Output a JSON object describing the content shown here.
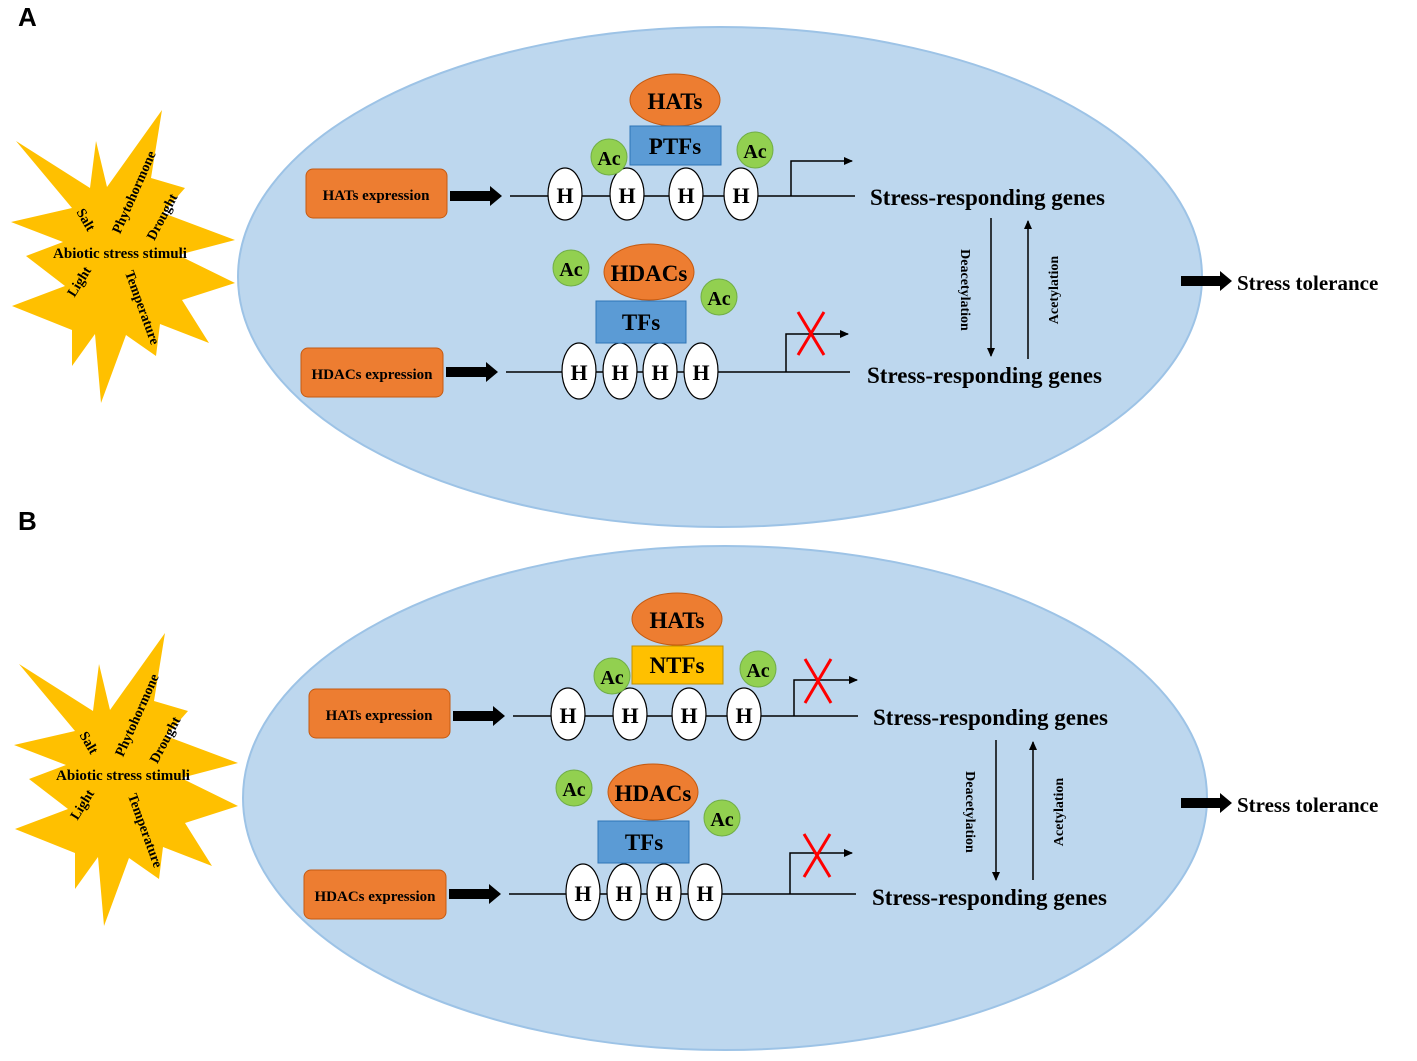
{
  "panels": [
    {
      "label": "A",
      "stimuli": {
        "center": "Abiotic stress stimuli",
        "items": [
          "Salt",
          "Phytohormone",
          "Drought",
          "Light",
          "Temperature"
        ]
      },
      "top": {
        "expression": "HATs expression",
        "enzyme": "HATs",
        "factor": "PTFs",
        "factor_color": "#5b9bd5",
        "ac_left": "Ac",
        "ac_right": "Ac",
        "histones": [
          "H",
          "H",
          "H",
          "H"
        ],
        "blocked": false,
        "genes": "Stress-responding genes"
      },
      "bottom": {
        "expression": "HDACs expression",
        "enzyme": "HDACs",
        "factor": "TFs",
        "factor_color": "#5b9bd5",
        "ac_left": "Ac",
        "ac_right": "Ac",
        "histones": [
          "H",
          "H",
          "H",
          "H"
        ],
        "blocked": true,
        "genes": "Stress-responding genes"
      },
      "down_arrow": "Deacetylation",
      "up_arrow": "Acetylation",
      "outcome": "Stress tolerance"
    },
    {
      "label": "B",
      "stimuli": {
        "center": "Abiotic stress stimuli",
        "items": [
          "Salt",
          "Phytohormone",
          "Drought",
          "Light",
          "Temperature"
        ]
      },
      "top": {
        "expression": "HATs expression",
        "enzyme": "HATs",
        "factor": "NTFs",
        "factor_color": "#ffc000",
        "ac_left": "Ac",
        "ac_right": "Ac",
        "histones": [
          "H",
          "H",
          "H",
          "H"
        ],
        "blocked": true,
        "genes": "Stress-responding genes"
      },
      "bottom": {
        "expression": "HDACs expression",
        "enzyme": "HDACs",
        "factor": "TFs",
        "factor_color": "#5b9bd5",
        "ac_left": "Ac",
        "ac_right": "Ac",
        "histones": [
          "H",
          "H",
          "H",
          "H"
        ],
        "blocked": true,
        "genes": "Stress-responding genes"
      },
      "down_arrow": "Deacetylation",
      "up_arrow": "Acetylation",
      "outcome": "Stress tolerance"
    }
  ],
  "colors": {
    "cell": "#bdd7ee",
    "cell_border": "#9dc3e6",
    "starburst": "#ffc000",
    "expression_box": "#ed7d31",
    "enzyme": "#ed7d31",
    "acetyl": "#92d050",
    "block_mark": "#ff0000"
  }
}
